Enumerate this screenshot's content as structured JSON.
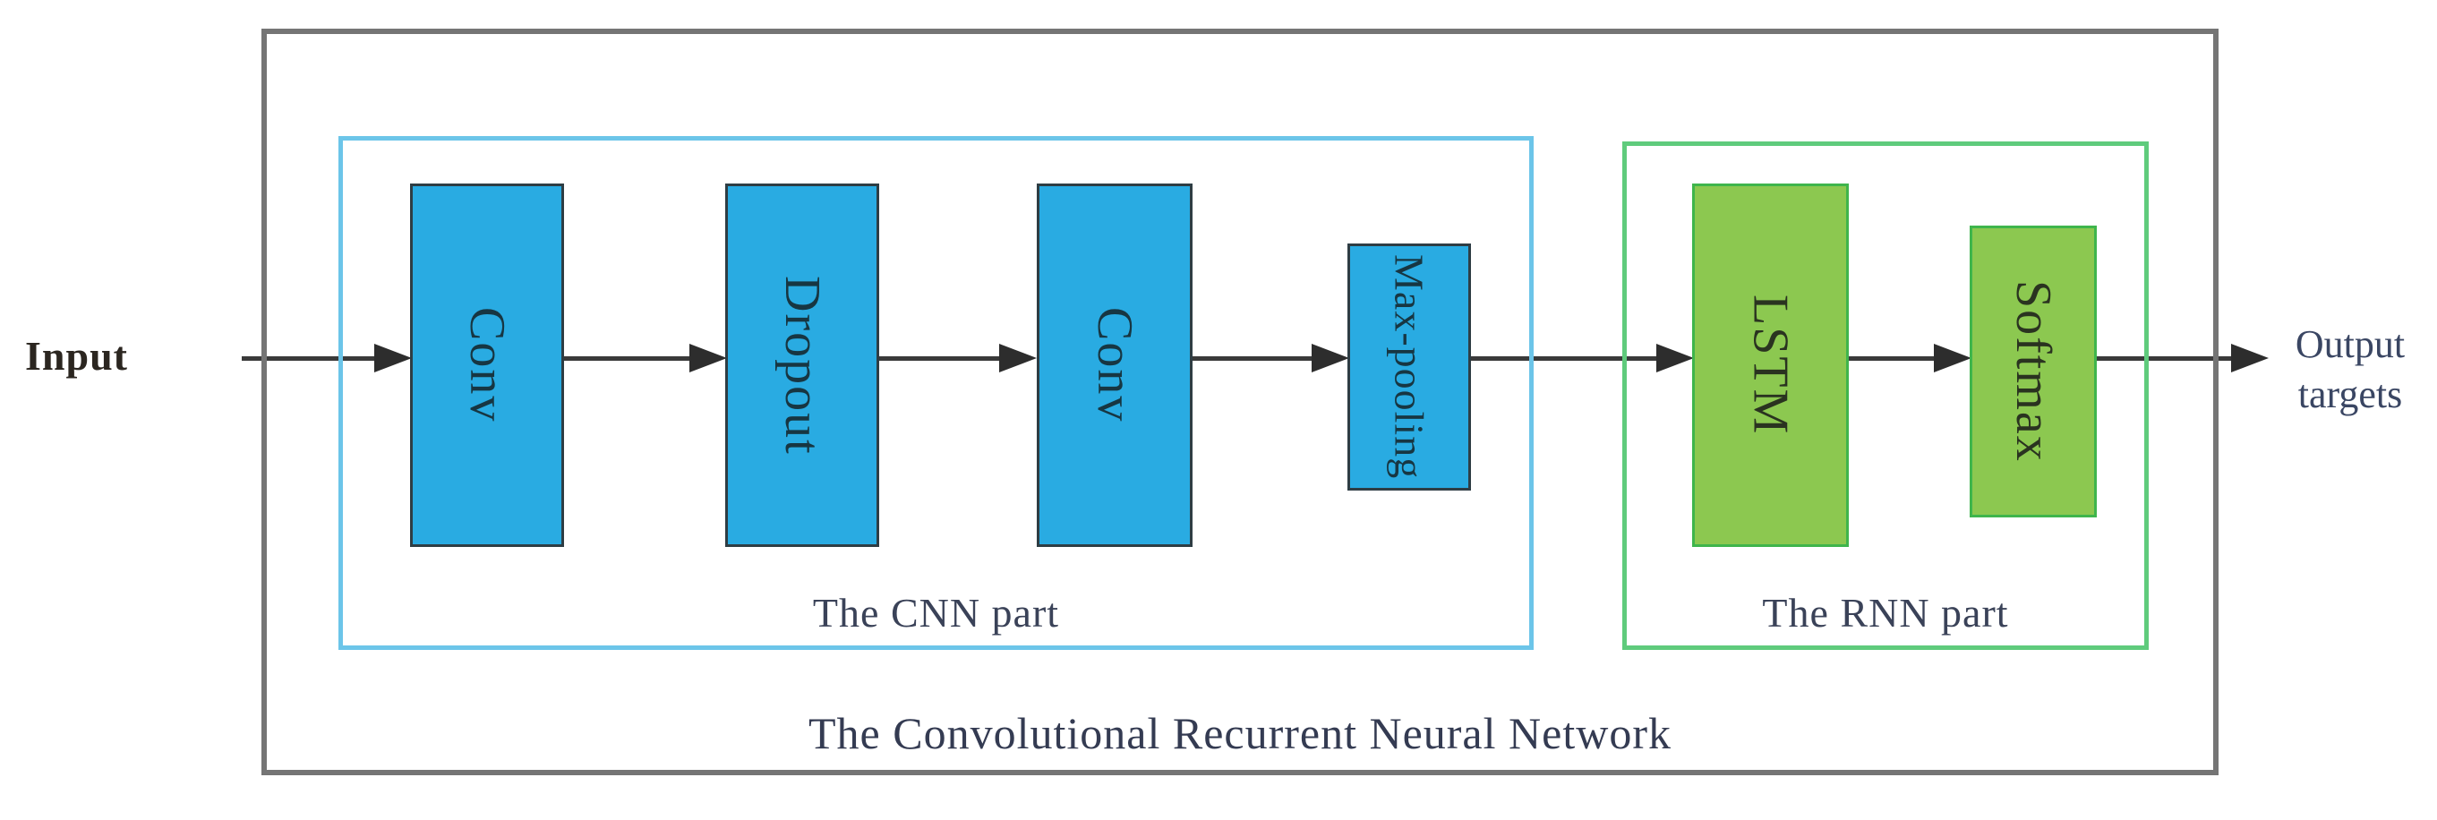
{
  "diagram": {
    "input_label": "Input",
    "output_label": {
      "line1": "Output",
      "line2": "targets"
    },
    "network_title": "The Convolutional Recurrent Neural Network",
    "cnn_part": {
      "label": "The CNN part",
      "blocks": [
        {
          "label": "Conv"
        },
        {
          "label": "Dropout"
        },
        {
          "label": "Conv"
        },
        {
          "label": "Max-pooling"
        }
      ]
    },
    "rnn_part": {
      "label": "The RNN part",
      "blocks": [
        {
          "label": "LSTM"
        },
        {
          "label": "Softmax"
        }
      ]
    },
    "colors": {
      "cnn_block_fill": "#29abe2",
      "cnn_block_border": "#2e3d44",
      "cnn_container_border": "#6cc5e9",
      "rnn_block_fill": "#8cc850",
      "rnn_block_border": "#3fb54c",
      "rnn_container_border": "#5fcb7c",
      "outer_border": "#757575",
      "arrow": "#3a3a3a"
    }
  }
}
